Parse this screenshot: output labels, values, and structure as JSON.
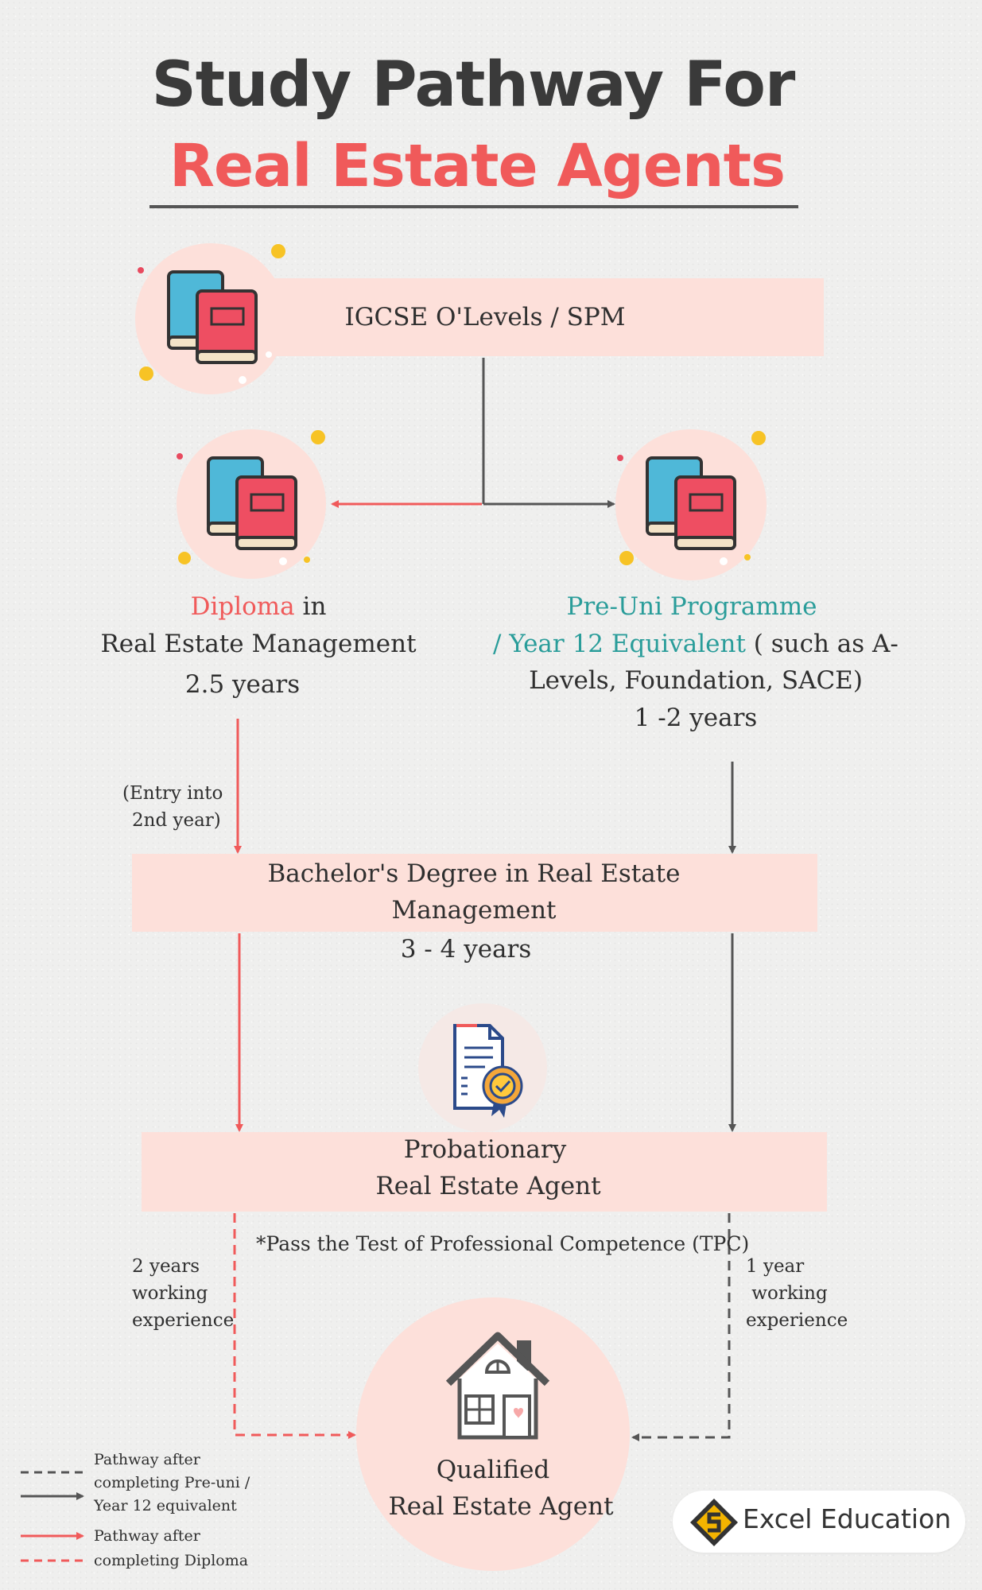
{
  "title": {
    "line1": "Study Pathway For",
    "line2": "Real Estate Agents"
  },
  "igcse": {
    "label": "IGCSE O'Levels / SPM"
  },
  "diploma": {
    "highlight": "Diploma",
    "in": " in",
    "line2": "Real Estate Management",
    "duration": "2.5 years"
  },
  "preuni": {
    "line1": "Pre-Uni Programme",
    "line2_highlight": "/ Year 12 Equivalent",
    "line2_rest": " ( such as A-",
    "line3": "Levels, Foundation, SACE)",
    "duration": "1 -2 years"
  },
  "entry_note": {
    "line1": "(Entry into",
    "line2": "2nd year)"
  },
  "bachelor": {
    "line1": "Bachelor's Degree in Real Estate",
    "line2": "Management",
    "duration": "3 - 4 years"
  },
  "probationary": {
    "line1": "Probationary",
    "line2": "Real Estate Agent"
  },
  "tpc_note": "*Pass the Test of Professional Competence (TPC)",
  "left_experience": {
    "line1": "2 years",
    "line2": "working",
    "line3": "experience"
  },
  "right_experience": {
    "line1": "1 year",
    "line2": " working",
    "line3": "experience"
  },
  "qualified": {
    "line1": "Qualified",
    "line2": "Real Estate Agent"
  },
  "legend": {
    "preuni": {
      "line1": "Pathway after",
      "line2": "completing Pre-uni /",
      "line3": "Year 12 equivalent"
    },
    "diploma": {
      "line1": "Pathway after",
      "line2": "completing Diploma"
    }
  },
  "brand": {
    "name": "Excel Education"
  },
  "colors": {
    "accent_red": "#f05a5a",
    "accent_teal": "#2a9d9a",
    "band_pink": "#fde0da",
    "line_gray": "#555555"
  },
  "icons": [
    "books-icon",
    "certificate-icon",
    "house-icon",
    "excel-education-logo"
  ]
}
